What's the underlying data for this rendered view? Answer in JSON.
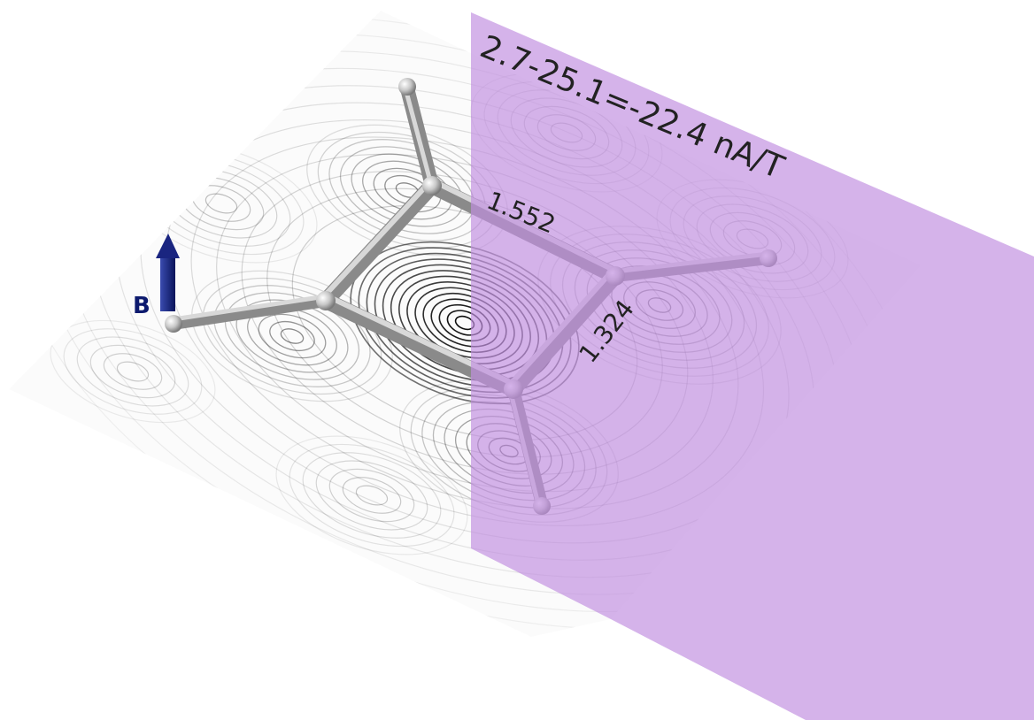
{
  "figure": {
    "current_label": "2.7-25.1=-22.4 nA/T",
    "bond_label_1": "1.552",
    "bond_label_2": "1.324",
    "field_label": "B",
    "plane_color": "#c18fe0",
    "field_arrow_color": "#0d1a6e",
    "atom_color": "#9c9c9c",
    "streamline_color": "#000000"
  }
}
